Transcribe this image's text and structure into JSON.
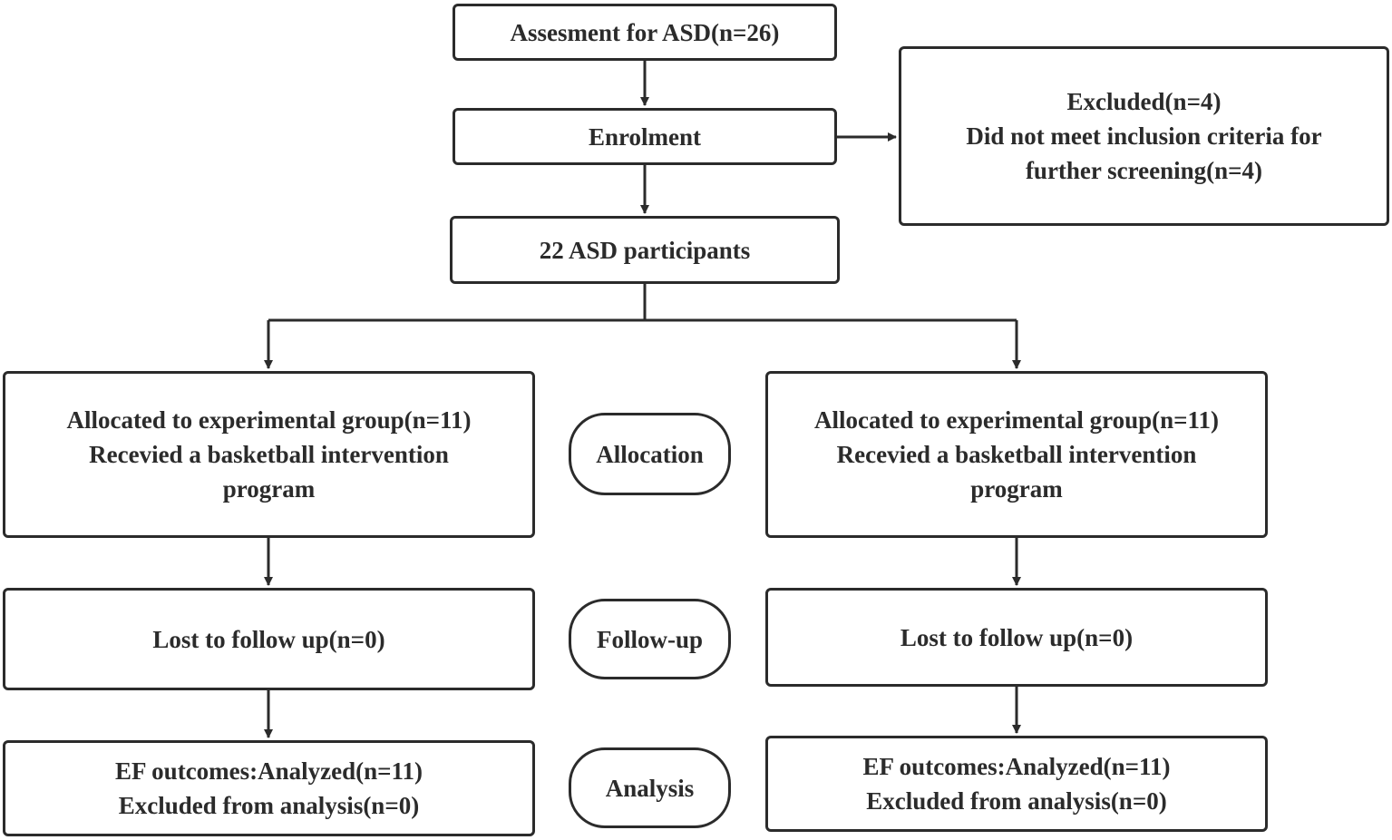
{
  "boxes": {
    "assessment": "Assesment for ASD(n=26)",
    "enrolment": "Enrolment",
    "excluded": {
      "line1": "Excluded(n=4)",
      "line2": "Did not meet inclusion criteria for",
      "line3": "further screening(n=4)"
    },
    "participants": "22 ASD participants",
    "left": {
      "allocation": {
        "line1": "Allocated to experimental group(n=11)",
        "line2": "Recevied a basketball intervention",
        "line3": "program"
      },
      "followup": "Lost to follow up(n=0)",
      "analysis": {
        "line1": "EF outcomes:Analyzed(n=11)",
        "line2": "Excluded from analysis(n=0)"
      }
    },
    "right": {
      "allocation": {
        "line1": "Allocated to experimental group(n=11)",
        "line2": "Recevied a basketball intervention",
        "line3": "program"
      },
      "followup": "Lost to follow up(n=0)",
      "analysis": {
        "line1": "EF outcomes:Analyzed(n=11)",
        "line2": "Excluded from analysis(n=0)"
      }
    }
  },
  "stages": {
    "allocation": "Allocation",
    "followup": "Follow-up",
    "analysis": "Analysis"
  }
}
